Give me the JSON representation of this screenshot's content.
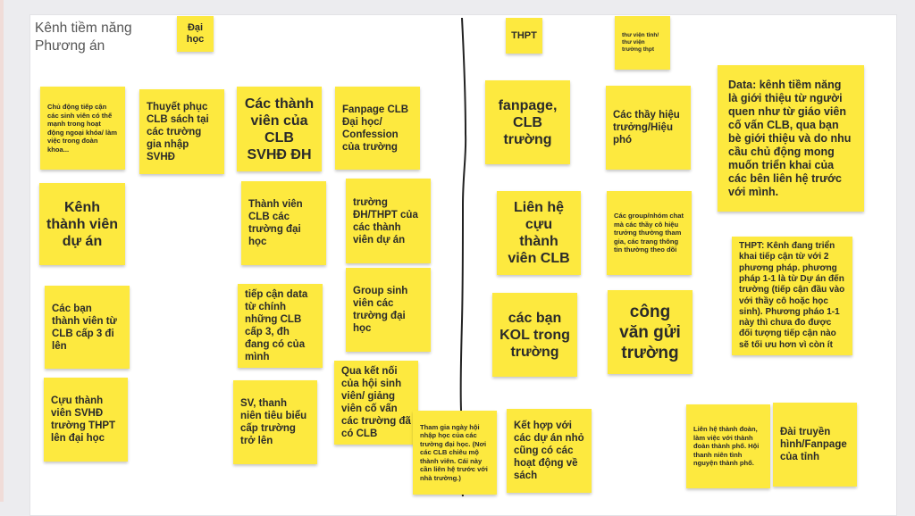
{
  "board": {
    "title_line1": "Kênh tiềm năng",
    "title_line2": "Phương án",
    "accent_note_color": "#fde93f"
  },
  "notes": [
    {
      "text": "Đại\nhọc"
    },
    {
      "text": "THPT"
    },
    {
      "text": "thư viện tỉnh/\nthư viện\ntrường thpt"
    },
    {
      "text": "Chủ động tiếp cận các sinh viên có thế mạnh trong hoạt động ngoại khóa/ làm việc trong đoàn khoa..."
    },
    {
      "text": "Thuyết phục CLB sách tại các trường gia nhập SVHĐ"
    },
    {
      "text": "Các thành viên của CLB SVHĐ ĐH"
    },
    {
      "text": "Fanpage CLB Đại học/ Confession của trường"
    },
    {
      "text": "fanpage, CLB trường"
    },
    {
      "text": "Các thầy hiệu trưởng/Hiệu phó"
    },
    {
      "text": "Data: kênh tiềm năng là giới thiệu từ người quen như từ giáo viên cố vấn CLB, qua bạn bè giới thiệu và do nhu cầu chủ động mong muốn triển khai của các bên liên hệ trước với mình."
    },
    {
      "text": "Kênh thành viên dự án"
    },
    {
      "text": "Thành viên CLB các trường đại học"
    },
    {
      "text": "trường ĐH/THPT của các thành viên dự án"
    },
    {
      "text": "Liên hệ cựu thành viên CLB"
    },
    {
      "text": "Các group/nhóm chat mà các thầy cô hiệu trưởng thường tham gia, các trang thông tin thường theo dõi"
    },
    {
      "text": "THPT: Kênh đang triển khai tiếp cận từ với 2 phương pháp. phương pháp 1-1 là từ Dự án đến trường (tiếp cận đầu vào với thầy cô hoặc học sinh). Phương pháo 1-1 này thì chưa đo được đối tượng tiếp cận nào sẽ tối ưu hơn vì còn ít"
    },
    {
      "text": "Các bạn thành viên từ CLB cấp 3 đi lên"
    },
    {
      "text": "tiếp cận data từ chính những CLB cấp 3, đh đang có của mình"
    },
    {
      "text": "Group sinh viên các trường đại học"
    },
    {
      "text": "các bạn KOL trong trường"
    },
    {
      "text": "công văn gửi trường"
    },
    {
      "text": "Cựu thành viên SVHĐ trường THPT lên đại học"
    },
    {
      "text": "SV, thanh niên tiêu biểu cấp trường trở lên"
    },
    {
      "text": "Qua kết nối của hội sinh viên/ giảng viên cố vấn các trường đã có CLB"
    },
    {
      "text": "Tham gia ngày hội nhập học của các trường đại học. (Nơi các CLB chiêu mộ thành viên. Cái này cần liên hệ trước với nhà trường.)"
    },
    {
      "text": "Kết hợp với các dự án nhỏ cũng có các hoạt động về sách"
    },
    {
      "text": "Liên hệ thành đoàn, làm việc với thành đoàn thành phố. Hội thanh niên tình nguyện thành phố."
    },
    {
      "text": "Đài truyền hình/Fanpage của tỉnh"
    }
  ]
}
